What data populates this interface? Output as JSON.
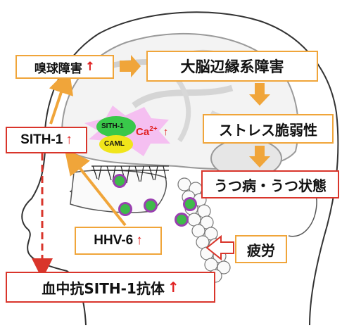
{
  "boxes": {
    "olfactory": {
      "text": "嗅球障害",
      "arrow": "↑"
    },
    "limbic": {
      "text": "大脳辺縁系障害"
    },
    "stress": {
      "text": "ストレス脆弱性"
    },
    "depression": {
      "text": "うつ病・うつ状態"
    },
    "sith1": {
      "text": "SITH-1",
      "arrow": "↑"
    },
    "hhv6": {
      "text": "HHV-6",
      "arrow": "↑"
    },
    "fatigue": {
      "text": "疲労"
    },
    "antibody": {
      "text": "血中抗SITH-1抗体",
      "arrow": "↑"
    }
  },
  "bubble": {
    "top": "SITH-1",
    "bottom": "CAML",
    "ion": "Ca",
    "charge": "2+",
    "arrow": "↑"
  },
  "colors": {
    "orange": "#f0a53a",
    "red": "#d9352b",
    "up_arrow": "#e02020",
    "sith_green": "#39c84a",
    "caml_yellow": "#f1e51a",
    "glow_pink": "#f4b5f0",
    "virus_green": "#3fba4a",
    "virus_purple": "#9a3fb0"
  }
}
